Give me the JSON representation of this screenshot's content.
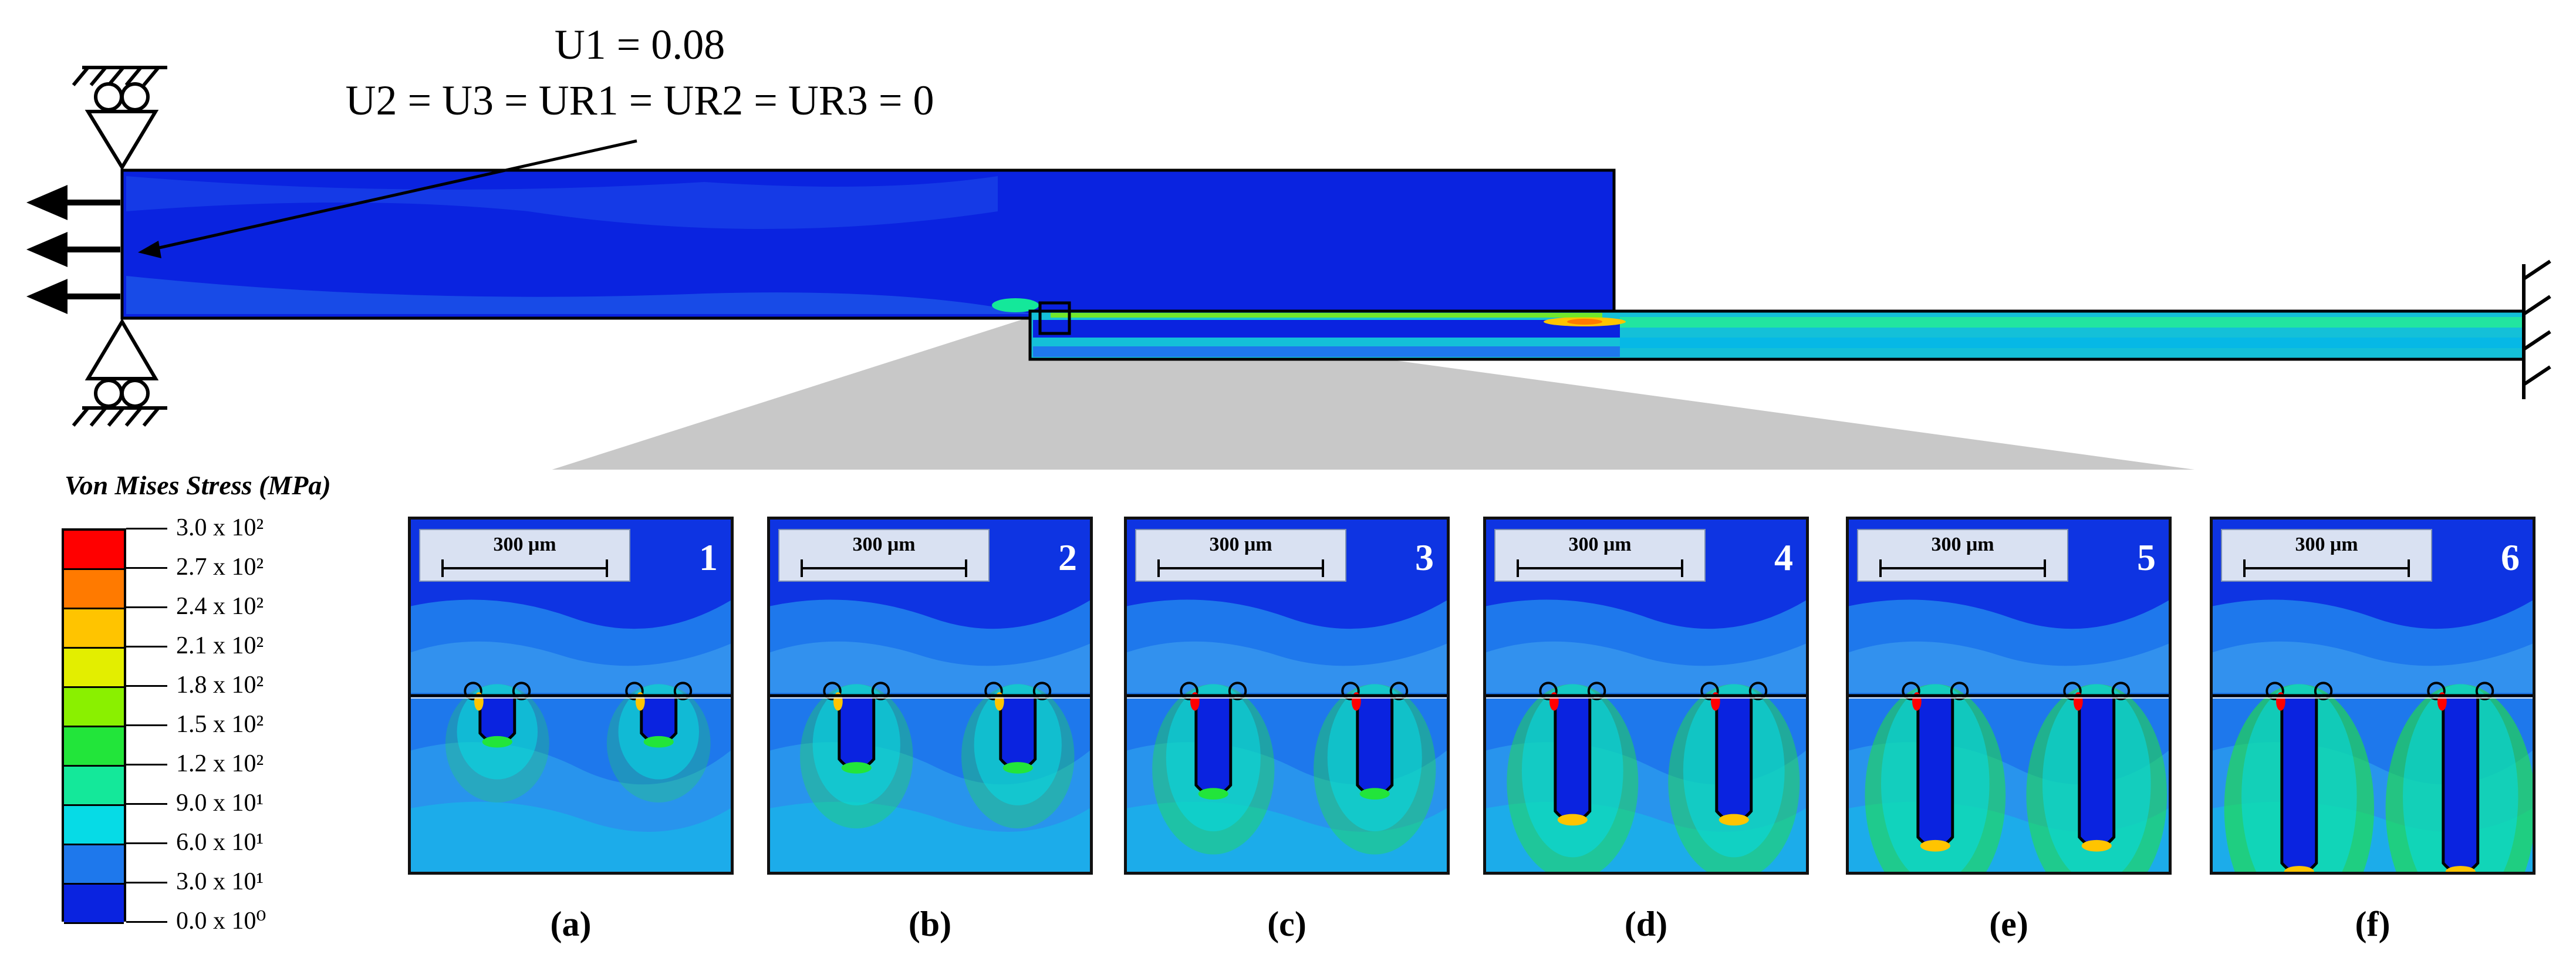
{
  "boundary_condition": {
    "line1": "U1 = 0.08",
    "line2": "U2 = U3 = UR1 = UR2 = UR3 = 0"
  },
  "legend": {
    "title": "Von Mises Stress (MPa)",
    "levels": [
      {
        "label": "3.0 x 10²",
        "color": "#ff0000"
      },
      {
        "label": "2.7 x 10²",
        "color": "#ff7a00"
      },
      {
        "label": "2.4 x 10²",
        "color": "#ffc400"
      },
      {
        "label": "2.1 x 10²",
        "color": "#e3ee00"
      },
      {
        "label": "1.8 x 10²",
        "color": "#8af000"
      },
      {
        "label": "1.5 x 10²",
        "color": "#22e53a"
      },
      {
        "label": "1.2 x 10²",
        "color": "#14e89a"
      },
      {
        "label": "9.0 x 10¹",
        "color": "#06dbe6"
      },
      {
        "label": "6.0 x 10¹",
        "color": "#1e78ec"
      },
      {
        "label": "3.0 x 10¹",
        "color": "#0a23e0"
      },
      {
        "label": "0.0 x 10⁰",
        "color": ""
      }
    ]
  },
  "panels": [
    {
      "number": "1",
      "caption": "(a)",
      "scale": "300 μm"
    },
    {
      "number": "2",
      "caption": "(b)",
      "scale": "300 μm"
    },
    {
      "number": "3",
      "caption": "(c)",
      "scale": "300 μm"
    },
    {
      "number": "4",
      "caption": "(d)",
      "scale": "300 μm"
    },
    {
      "number": "5",
      "caption": "(e)",
      "scale": "300 μm"
    },
    {
      "number": "6",
      "caption": "(f)",
      "scale": "300 μm"
    }
  ],
  "colors": {
    "base_blue": "#0a23e0",
    "mid_blue": "#1e78ec",
    "cyan": "#06dbe6",
    "green": "#22e53a",
    "yellow": "#ffc400",
    "red": "#ff0000",
    "zoom_fan": "#c8c8c8"
  }
}
